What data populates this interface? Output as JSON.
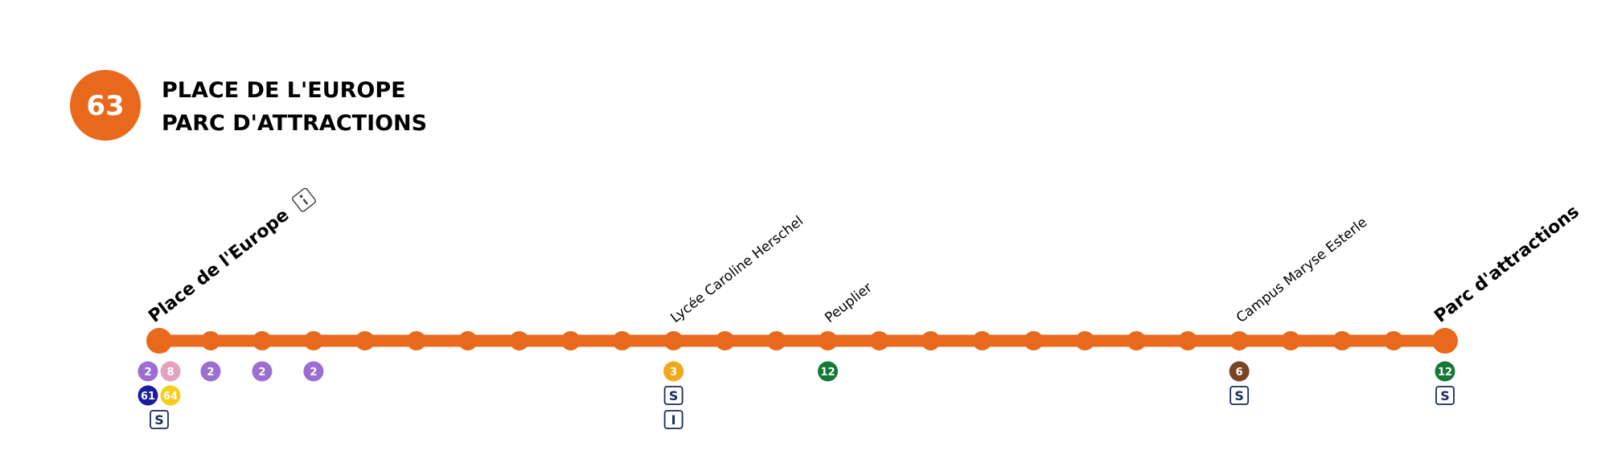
{
  "line": {
    "number": "63",
    "color": "#e8691b",
    "destinations": [
      "PLACE DE L'EUROPE",
      "PARC D'ATTRACTIONS"
    ]
  },
  "info_icon": "info-icon",
  "stops": [
    {
      "name": "Place de l'Europe",
      "terminus": true,
      "info": true,
      "connections": [
        [
          "2",
          "8"
        ],
        [
          "61",
          "64"
        ]
      ],
      "services": [
        "S"
      ]
    },
    {
      "name": "",
      "connections": [
        [
          "2"
        ]
      ],
      "services": []
    },
    {
      "name": "",
      "connections": [
        [
          "2"
        ]
      ],
      "services": []
    },
    {
      "name": "",
      "connections": [
        [
          "2"
        ]
      ],
      "services": []
    },
    {
      "name": "",
      "connections": [],
      "services": []
    },
    {
      "name": "",
      "connections": [],
      "services": []
    },
    {
      "name": "",
      "connections": [],
      "services": []
    },
    {
      "name": "",
      "connections": [],
      "services": []
    },
    {
      "name": "",
      "connections": [],
      "services": []
    },
    {
      "name": "",
      "connections": [],
      "services": []
    },
    {
      "name": "Lycée Caroline Herschel",
      "connections": [
        [
          "3"
        ]
      ],
      "services": [
        "S",
        "I"
      ]
    },
    {
      "name": "",
      "connections": [],
      "services": []
    },
    {
      "name": "",
      "connections": [],
      "services": []
    },
    {
      "name": "Peuplier",
      "connections": [
        [
          "12"
        ]
      ],
      "services": []
    },
    {
      "name": "",
      "connections": [],
      "services": []
    },
    {
      "name": "",
      "connections": [],
      "services": []
    },
    {
      "name": "",
      "connections": [],
      "services": []
    },
    {
      "name": "",
      "connections": [],
      "services": []
    },
    {
      "name": "",
      "connections": [],
      "services": []
    },
    {
      "name": "",
      "connections": [],
      "services": []
    },
    {
      "name": "",
      "connections": [],
      "services": []
    },
    {
      "name": "Campus Maryse Esterle",
      "connections": [
        [
          "6"
        ]
      ],
      "services": [
        "S"
      ]
    },
    {
      "name": "",
      "connections": [],
      "services": []
    },
    {
      "name": "",
      "connections": [],
      "services": []
    },
    {
      "name": "",
      "connections": [],
      "services": []
    },
    {
      "name": "Parc d'attractions",
      "terminus": true,
      "connections": [
        [
          "12"
        ]
      ],
      "services": [
        "S"
      ]
    }
  ],
  "connection_colors": {
    "2": "#9b6fd1",
    "8": "#e3a3bf",
    "61": "#1a1d9c",
    "64": "#f6cd17",
    "3": "#f1a81c",
    "12": "#137a36",
    "6": "#7b4425"
  },
  "service_color": "#1a2a5c"
}
